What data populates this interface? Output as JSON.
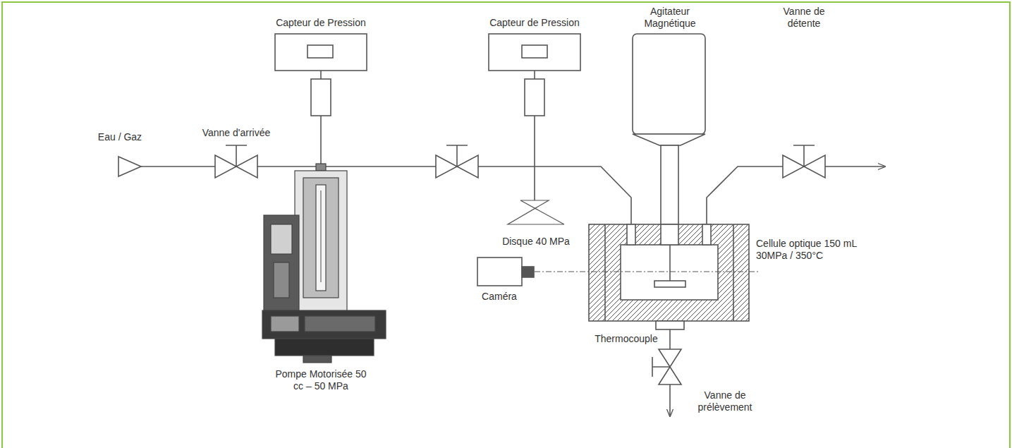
{
  "diagram": {
    "labels": [
      "Capteur de Pression",
      "Capteur de Pression",
      "Agitateur Magnétique",
      "Eau / Gaz",
      "Vanne d'arrivée",
      "Vanne de détente",
      "Disque 40 MPa",
      "Cellule optique 150 mL 30MPa / 350°C",
      "Caméra",
      "Thermocouple",
      "Pompe Motorisée 50 cc – 50 MPa",
      "Vanne de prélèvement"
    ]
  }
}
